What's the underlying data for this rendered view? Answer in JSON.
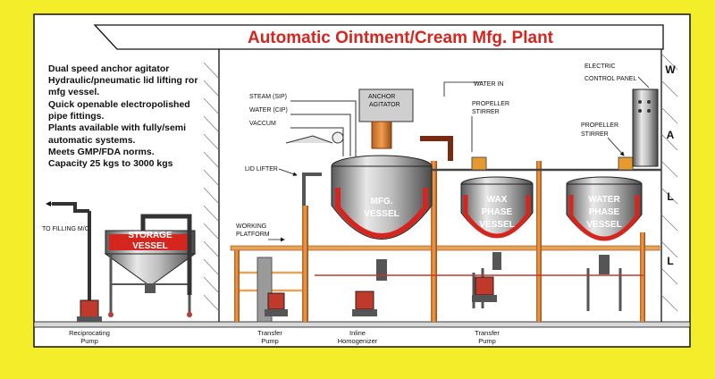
{
  "title": "Automatic Ointment/Cream Mfg. Plant",
  "features": [
    "Dual speed anchor agitator",
    "Hydraulic/pneumatic lid lifting ror",
    "mfg vessel.",
    "Quick openable electropolished",
    "pipe fittings.",
    "Plants available with fully/semi",
    "automatic systems.",
    "Meets GMP/FDA norms.",
    "Capacity 25 kgs to 3000 kgs"
  ],
  "wall_letters": [
    "W",
    "A",
    "L",
    "L"
  ],
  "vessels": {
    "storage": [
      "STORAGE",
      "VESSEL"
    ],
    "mfg": [
      "MFG.",
      "VESSEL"
    ],
    "wax": [
      "WAX",
      "PHASE",
      "VESSEL"
    ],
    "water": [
      "WATER",
      "PHASE",
      "VESSEL"
    ]
  },
  "labels": {
    "to_filling": "TO FILLING M/C",
    "working_platform": [
      "WORKING",
      "PLATFORM"
    ],
    "anchor_agitator": [
      "ANCHOR",
      "AGITATOR"
    ],
    "steam": "STEAM (SIP)",
    "water_cip": "WATER (CIP)",
    "vaccum": "VACCUM",
    "lid_lifter": "LID LIFTER",
    "water_in": "WATER IN",
    "propeller_stirrer_1": [
      "PROPELLER",
      "STIRRER"
    ],
    "propeller_stirrer_2": [
      "PROPELLER",
      "STIRRER"
    ],
    "control_panel": [
      "ELECTRIC",
      "CONTROL PANEL"
    ]
  },
  "pumps": {
    "reciprocating": [
      "Reciprocating",
      "Pump"
    ],
    "transfer_1": [
      "Transfer",
      "Pump"
    ],
    "homogenizer": [
      "Inline",
      "Homogenizer"
    ],
    "transfer_2": [
      "Transfer",
      "Pump"
    ]
  },
  "colors": {
    "background": "#f4ee2a",
    "title": "#d4261e",
    "jacket": "#d4261e",
    "platform": "#e6a35a"
  }
}
